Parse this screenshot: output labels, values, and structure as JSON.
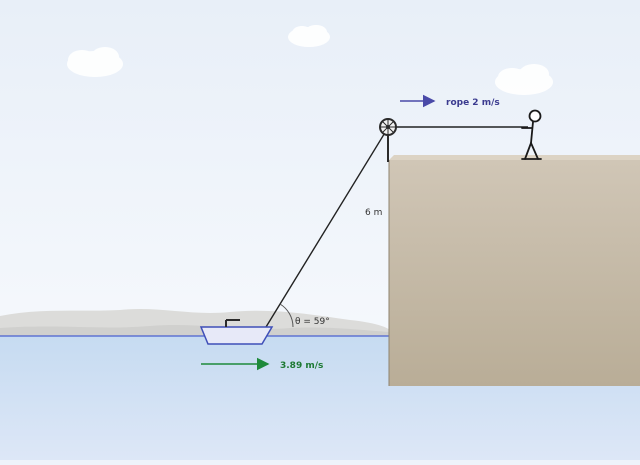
{
  "labels": {
    "rope_speed": "rope 2 m/s",
    "height": "6 m",
    "angle": "θ = 59°",
    "boat_speed": "3.89 m/s"
  },
  "colors": {
    "sky_top": "#e9f0f8",
    "sky_bottom": "#f4f7fb",
    "water": "#c9dcf0",
    "water_line": "#4a5fd0",
    "cliff_fill": "#cbbfac",
    "cliff_top": "#d8cebf",
    "rope": "#222222",
    "boat_fill": "#e7e9f8",
    "boat_stroke": "#3f4fb8",
    "rope_arrow": "#4a4aa8",
    "boat_arrow": "#1e8a3a"
  },
  "icons": [
    "cloud",
    "pulley-icon",
    "person-figure",
    "boat-icon"
  ]
}
